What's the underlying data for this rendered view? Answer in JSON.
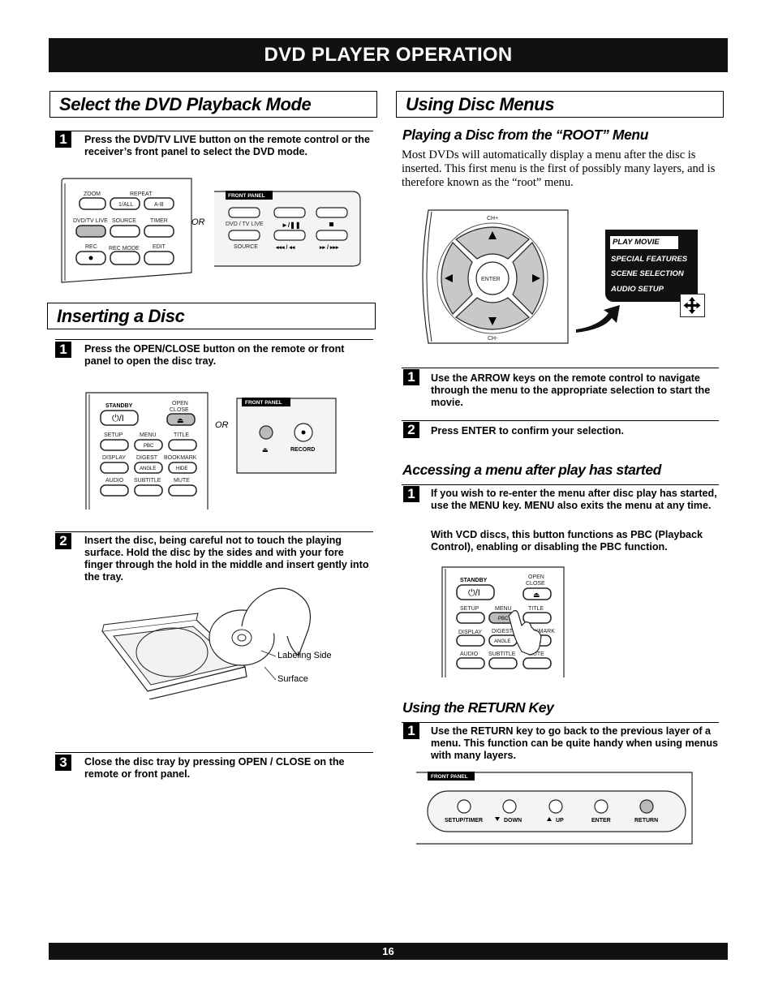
{
  "header": {
    "title": "DVD PLAYER OPERATION"
  },
  "footer": {
    "page_number": "16"
  },
  "left": {
    "select_mode": {
      "title": "Select the DVD Playback Mode",
      "step1": {
        "num": "1",
        "text": "Press the DVD/TV LIVE button on the remote control or the receiver’s front panel to select the DVD mode."
      },
      "or": "OR",
      "remote": {
        "zoom": "ZOOM",
        "repeat": "REPEAT",
        "all": "1/ALL",
        "ab": "A-B",
        "dvdtv": "DVD/TV LIVE",
        "source": "SOURCE",
        "timer": "TIMER",
        "rec": "REC",
        "recmode": "REC MODE",
        "edit": "EDIT"
      },
      "panel": {
        "tag": "FRONT PANEL",
        "dvdtv": "DVD / TV LIVE",
        "source": "SOURCE"
      }
    },
    "insert_disc": {
      "title": "Inserting a Disc",
      "step1": {
        "num": "1",
        "text": "Press the OPEN/CLOSE button on the remote or front panel to open the disc tray."
      },
      "or": "OR",
      "remote": {
        "standby": "STANDBY",
        "open": "OPEN",
        "close": "CLOSE",
        "setup": "SETUP",
        "menu": "MENU",
        "title": "TITLE",
        "pbc": "PBC",
        "display": "DISPLAY",
        "digest": "DIGEST",
        "bookmark": "BOOKMARK",
        "angle": "ANGLE",
        "hide": "HIDE",
        "audio": "AUDIO",
        "subtitle": "SUBTITLE",
        "mute": "MUTE"
      },
      "panel": {
        "tag": "FRONT PANEL",
        "record": "RECORD"
      },
      "step2": {
        "num": "2",
        "text": "Insert the disc, being careful not to touch the playing surface. Hold the disc by the sides and with your fore finger through the hold in the middle and insert gently into the tray."
      },
      "labeling_side": "Labeling Side",
      "surface": "Surface",
      "step3": {
        "num": "3",
        "text": "Close the disc tray by pressing OPEN / CLOSE on the remote or front panel."
      }
    }
  },
  "right": {
    "disc_menus": {
      "title": "Using Disc Menus",
      "root_heading": "Playing a Disc from the “ROOT” Menu",
      "root_body": "Most DVDs will automatically display a menu after the disc is inserted. This first menu is the first of possibly many layers, and is therefore known as the “root” menu.",
      "nav": {
        "ch_up": "CH+",
        "ch_down": "CH-",
        "enter": "ENTER"
      },
      "menu_items": [
        "PLAY MOVIE",
        "SPECIAL FEATURES",
        "SCENE SELECTION",
        "AUDIO SETUP"
      ],
      "step1": {
        "num": "1",
        "text": "Use the ARROW keys on the remote control to navigate through the menu to the appropriate selection to start the movie."
      },
      "step2": {
        "num": "2",
        "text": "Press ENTER to confirm your selection."
      }
    },
    "after_play": {
      "heading": "Accessing a menu after play has started",
      "step1": {
        "num": "1",
        "text": "If you wish to re-enter the menu after disc play has started, use the MENU key. MENU also exits the menu at any time.",
        "text2": "With VCD discs, this button functions as PBC (Playback Control), enabling or disabling the PBC function."
      },
      "remote": {
        "standby": "STANDBY",
        "open": "OPEN",
        "close": "CLOSE",
        "setup": "SETUP",
        "menu": "MENU",
        "title": "TITLE",
        "pbc": "PBC",
        "display": "DISPLAY",
        "digest": "DIGEST",
        "bookmark": "KMARK",
        "angle": "ANGLE",
        "hide": "DE",
        "audio": "AUDIO",
        "subtitle": "SUBTITLE",
        "mute": "MUTE"
      }
    },
    "return_key": {
      "heading": "Using the RETURN Key",
      "step1": {
        "num": "1",
        "text": "Use the RETURN key to go back to the previous layer of a menu. This function can be quite handy when using menus with many layers."
      },
      "panel": {
        "tag": "FRONT PANEL",
        "setup_timer": "SETUP/TIMER",
        "down": "DOWN",
        "up": "UP",
        "enter": "ENTER",
        "return": "RETURN"
      }
    }
  }
}
